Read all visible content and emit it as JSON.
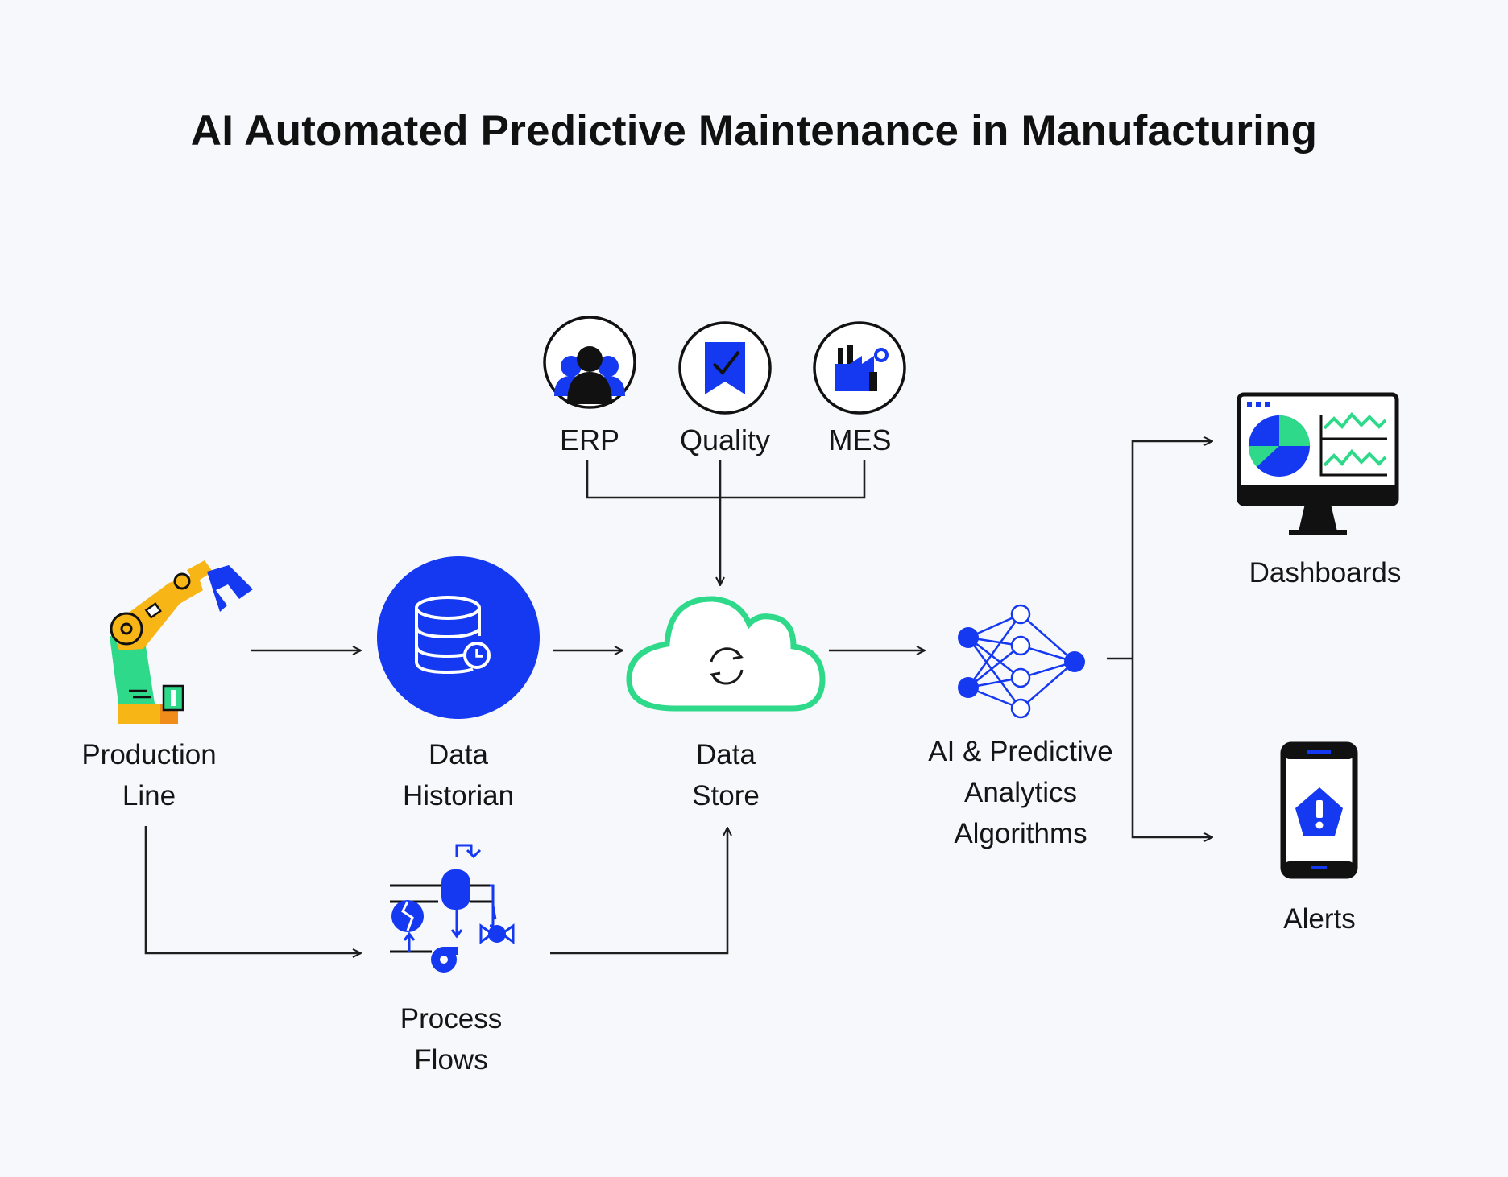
{
  "title": "AI Automated Predictive Maintenance in Manufacturing",
  "sources": {
    "erp": "ERP",
    "quality": "Quality",
    "mes": "MES"
  },
  "nodes": {
    "production_line": [
      "Production",
      "Line"
    ],
    "data_historian": [
      "Data",
      "Historian"
    ],
    "data_store": [
      "Data",
      "Store"
    ],
    "ai_analytics": [
      "AI & Predictive",
      "Analytics",
      "Algorithms"
    ],
    "dashboards": "Dashboards",
    "alerts": "Alerts",
    "process_flows": [
      "Process",
      "Flows"
    ]
  },
  "colors": {
    "background": "#f7f8fc",
    "blue": "#1539f0",
    "green": "#2fd98a",
    "yellow": "#f7b516",
    "orange": "#f08d1a",
    "dark": "#111111"
  },
  "icons": {
    "production_line": "robot-arm-icon",
    "data_historian": "database-clock-icon",
    "data_store": "cloud-sync-icon",
    "ai_analytics": "neural-network-icon",
    "dashboards": "monitor-dashboard-icon",
    "alerts": "phone-alert-icon",
    "process_flows": "process-flow-icon",
    "erp": "users-icon",
    "quality": "quality-badge-icon",
    "mes": "factory-icon"
  }
}
